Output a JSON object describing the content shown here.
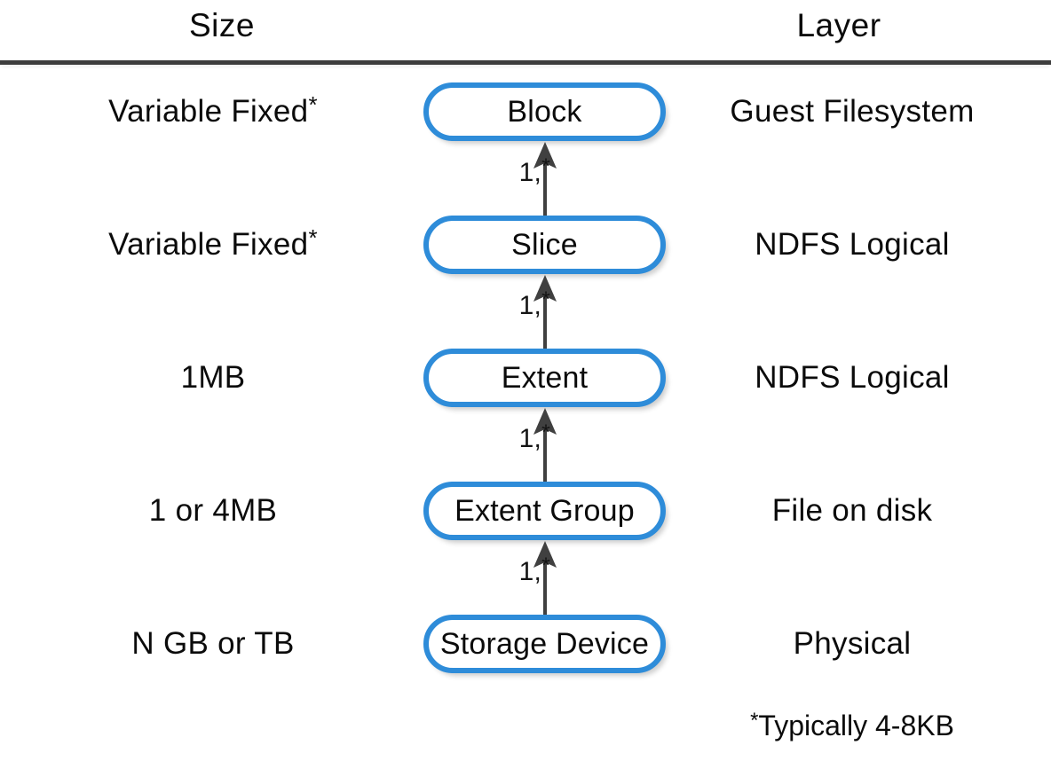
{
  "header": {
    "size_label": "Size",
    "layer_label": "Layer"
  },
  "rows": [
    {
      "size": "Variable Fixed",
      "size_suffix": "*",
      "node": "Block",
      "layer": "Guest Filesystem"
    },
    {
      "size": "Variable Fixed",
      "size_suffix": "*",
      "node": "Slice",
      "layer": "NDFS Logical"
    },
    {
      "size": "1MB",
      "size_suffix": "",
      "node": "Extent",
      "layer": "NDFS Logical"
    },
    {
      "size": "1 or 4MB",
      "size_suffix": "",
      "node": "Extent Group",
      "layer": "File on disk"
    },
    {
      "size": "N GB or TB",
      "size_suffix": "",
      "node": "Storage Device",
      "layer": "Physical"
    }
  ],
  "connectors": [
    {
      "multiplicity": "1,",
      "multiplicity_star": "*"
    },
    {
      "multiplicity": "1,",
      "multiplicity_star": "*"
    },
    {
      "multiplicity": "1,",
      "multiplicity_star": "*"
    },
    {
      "multiplicity": "1,",
      "multiplicity_star": "*"
    }
  ],
  "footnote": {
    "star": "*",
    "text": "Typically 4-8KB"
  },
  "colors": {
    "node_border": "#2e8cd9",
    "rule": "#3d3d3d",
    "arrow": "#404040",
    "text": "#0b0b0b",
    "background": "#ffffff"
  }
}
